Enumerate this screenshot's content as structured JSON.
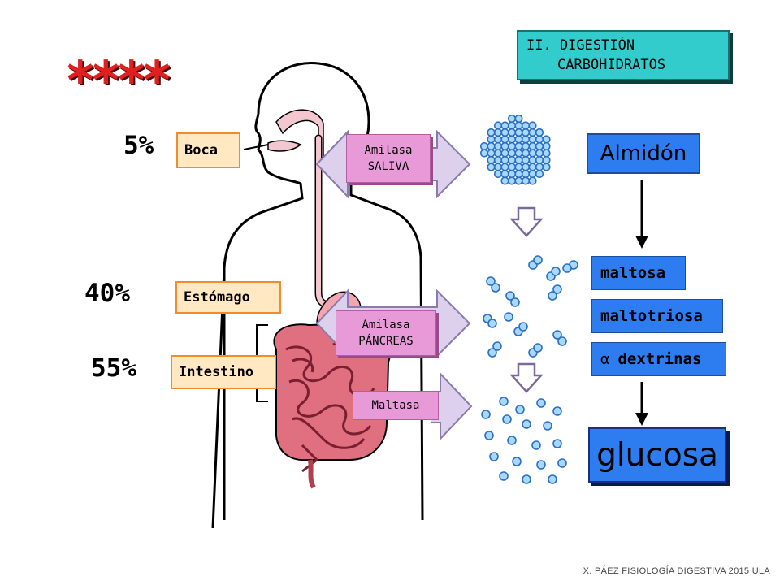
{
  "title": {
    "line1": "II. DIGESTIÓN",
    "line2": "CARBOHIDRATOS"
  },
  "stars": "****",
  "percentages": {
    "boca": "5%",
    "estomago": "40%",
    "intestino": "55%"
  },
  "organs": {
    "boca": "Boca",
    "estomago": "Estómago",
    "intestino": "Intestino"
  },
  "enzymes": {
    "saliva": {
      "line1": "Amilasa",
      "line2": "SALIVA"
    },
    "pancreas": {
      "line1": "Amilasa",
      "line2": "PÁNCREAS"
    },
    "maltasa": "Maltasa"
  },
  "products": {
    "almidon": "Almidón",
    "maltosa": "maltosa",
    "maltotriosa": "maltotriosa",
    "dextrinas_symbol": "α",
    "dextrinas": "dextrinas",
    "glucosa": "glucosa"
  },
  "footer": "X. PÁEZ   FISIOLOGÍA DIGESTIVA 2015  ULA",
  "colors": {
    "title_bg": "#33cccc",
    "organ_bg": "#ffe8c2",
    "organ_border": "#f08c30",
    "enzyme_bg": "#e89ad8",
    "product_bg": "#2d7cf0",
    "molecule": "#a8d8ff",
    "stars": "#e02020"
  }
}
